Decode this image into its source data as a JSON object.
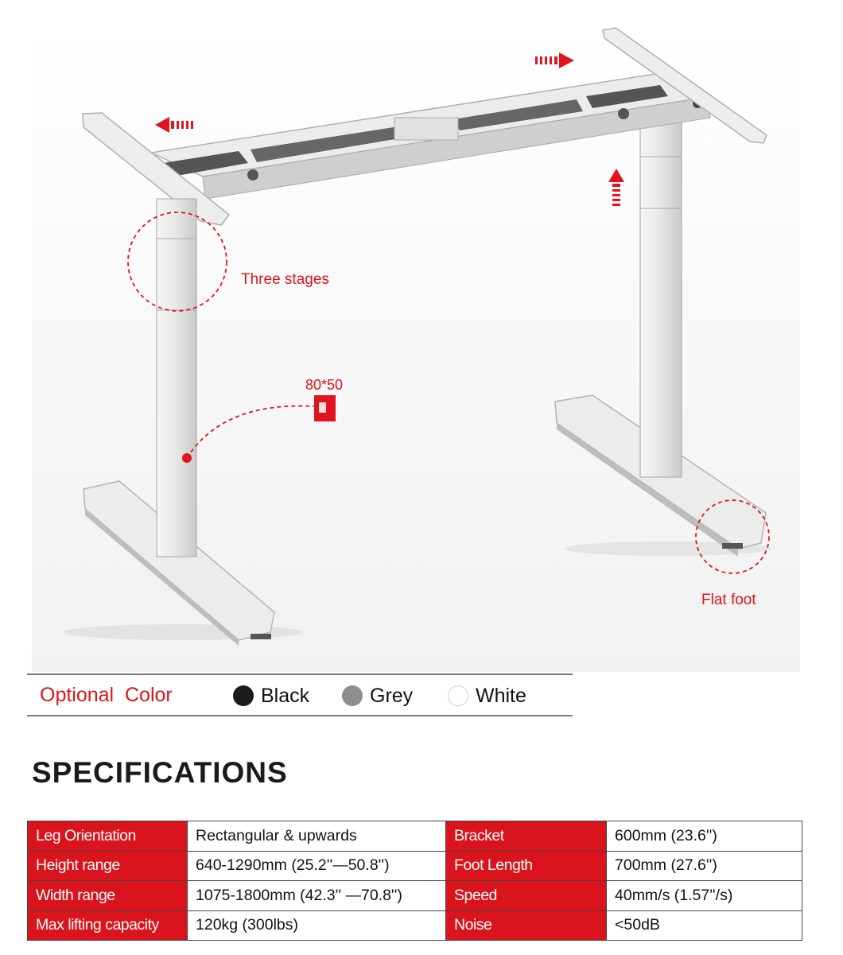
{
  "annotations": {
    "three_stages": "Three stages",
    "profile_size": "80*50",
    "flat_foot": "Flat foot"
  },
  "color_options": {
    "label": "Optional  Color",
    "options": [
      {
        "name": "Black",
        "color": "#1b1b1b"
      },
      {
        "name": "Grey",
        "color": "#8e8e8e"
      },
      {
        "name": "White",
        "color": "#ffffff"
      }
    ]
  },
  "spec_title": "SPECIFICATIONS",
  "specs": [
    {
      "key": "Leg Orientation",
      "value": "Rectangular & upwards",
      "key2": "Bracket",
      "value2": "600mm (23.6'')"
    },
    {
      "key": "Height range",
      "value": "640-1290mm (25.2''—50.8'')",
      "key2": "Foot Length",
      "value2": "700mm (27.6'')"
    },
    {
      "key": "Width range",
      "value": "1075-1800mm (42.3'' —70.8'')",
      "key2": "Speed",
      "value2": "40mm/s (1.57''/s)"
    },
    {
      "key": "Max lifting capacity",
      "value": "120kg (300lbs)",
      "key2": "Noise",
      "value2": "<50dB"
    }
  ],
  "colors": {
    "accent": "#d9161c",
    "frame": "#e9e9e9",
    "frame_shadow": "#a9a9a9"
  },
  "icons": [
    "arrow-left-icon",
    "arrow-right-icon",
    "arrow-up-icon"
  ]
}
